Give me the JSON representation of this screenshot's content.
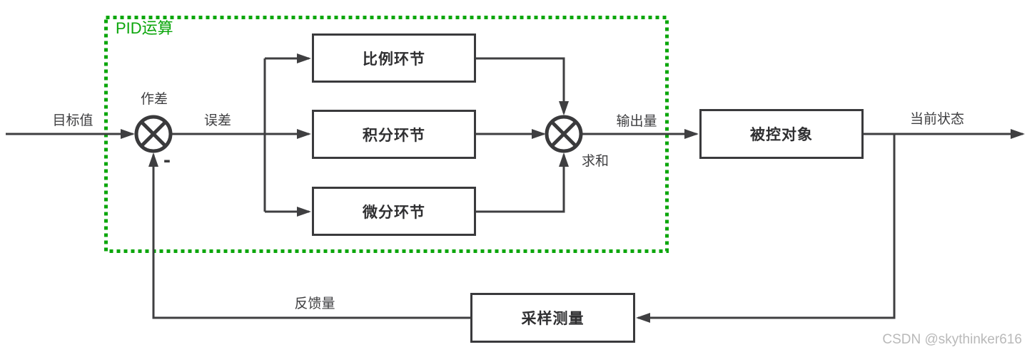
{
  "diagram": {
    "group_label": "PID运算",
    "labels": {
      "target_value": "目标值",
      "difference": "作差",
      "error": "误差",
      "minus": "-",
      "output_quantity": "输出量",
      "summation": "求和",
      "current_state": "当前状态",
      "feedback_quantity": "反馈量"
    },
    "blocks": {
      "proportional": "比例环节",
      "integral": "积分环节",
      "derivative": "微分环节",
      "plant": "被控对象",
      "sampling": "采样测量"
    },
    "colors": {
      "group_border": "#0ba60b",
      "wire": "#3f3f41",
      "block_border": "#3a3a3c",
      "watermark": "#b9b9b9"
    }
  },
  "watermark": "CSDN @skythinker616"
}
